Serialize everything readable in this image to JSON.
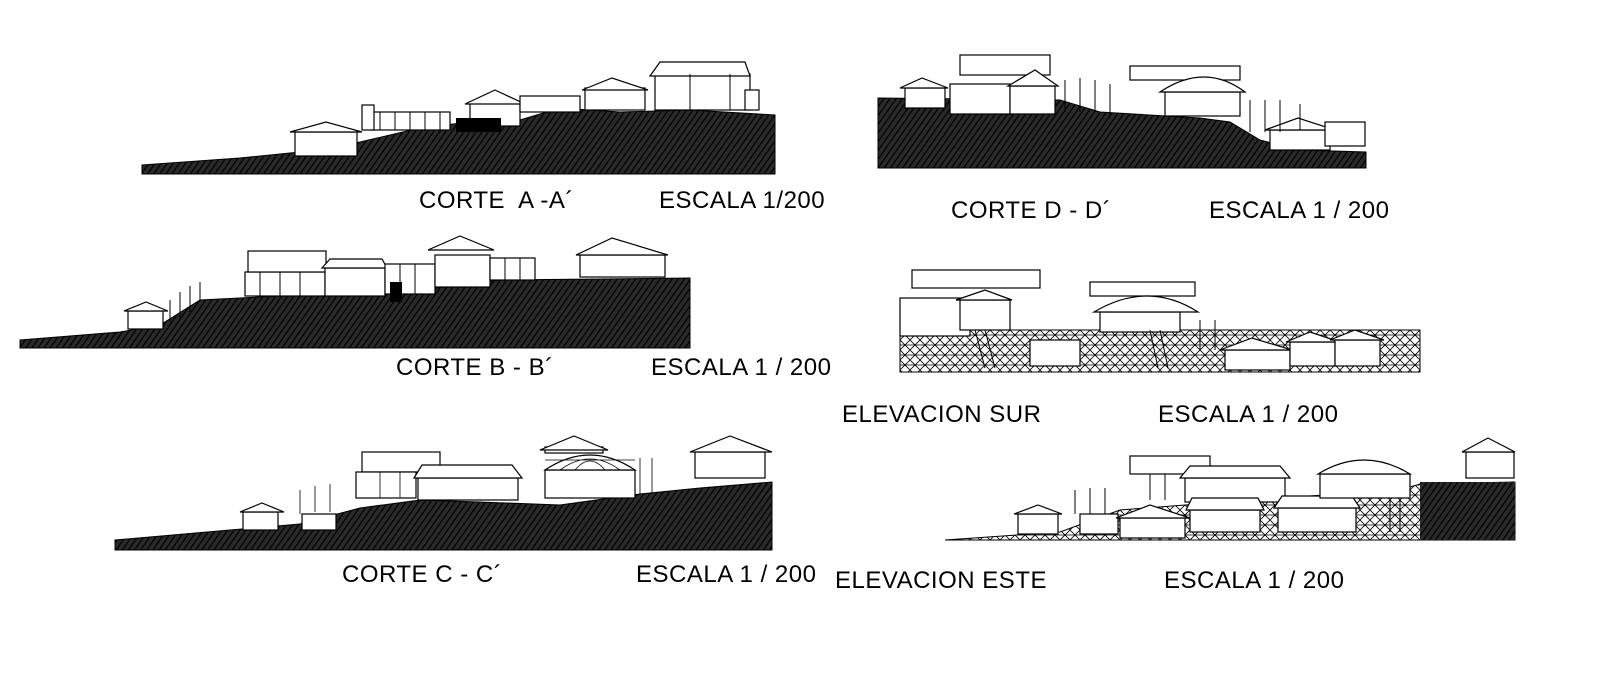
{
  "drawings": [
    {
      "id": "a",
      "title": "CORTE  A -A´",
      "scale": "ESCALA 1/200"
    },
    {
      "id": "b",
      "title": "CORTE B - B´",
      "scale": "ESCALA 1 / 200"
    },
    {
      "id": "c",
      "title": "CORTE C - C´",
      "scale": "ESCALA 1 / 200"
    },
    {
      "id": "d",
      "title": "CORTE D - D´",
      "scale": "ESCALA 1 / 200"
    },
    {
      "id": "sur",
      "title": "ELEVACION SUR",
      "scale": "ESCALA 1 / 200"
    },
    {
      "id": "este",
      "title": "ELEVACION ESTE",
      "scale": "ESCALA 1 / 200"
    }
  ],
  "colors": {
    "ink": "#000000",
    "fill": "#1e1e1e",
    "paper": "#ffffff"
  }
}
